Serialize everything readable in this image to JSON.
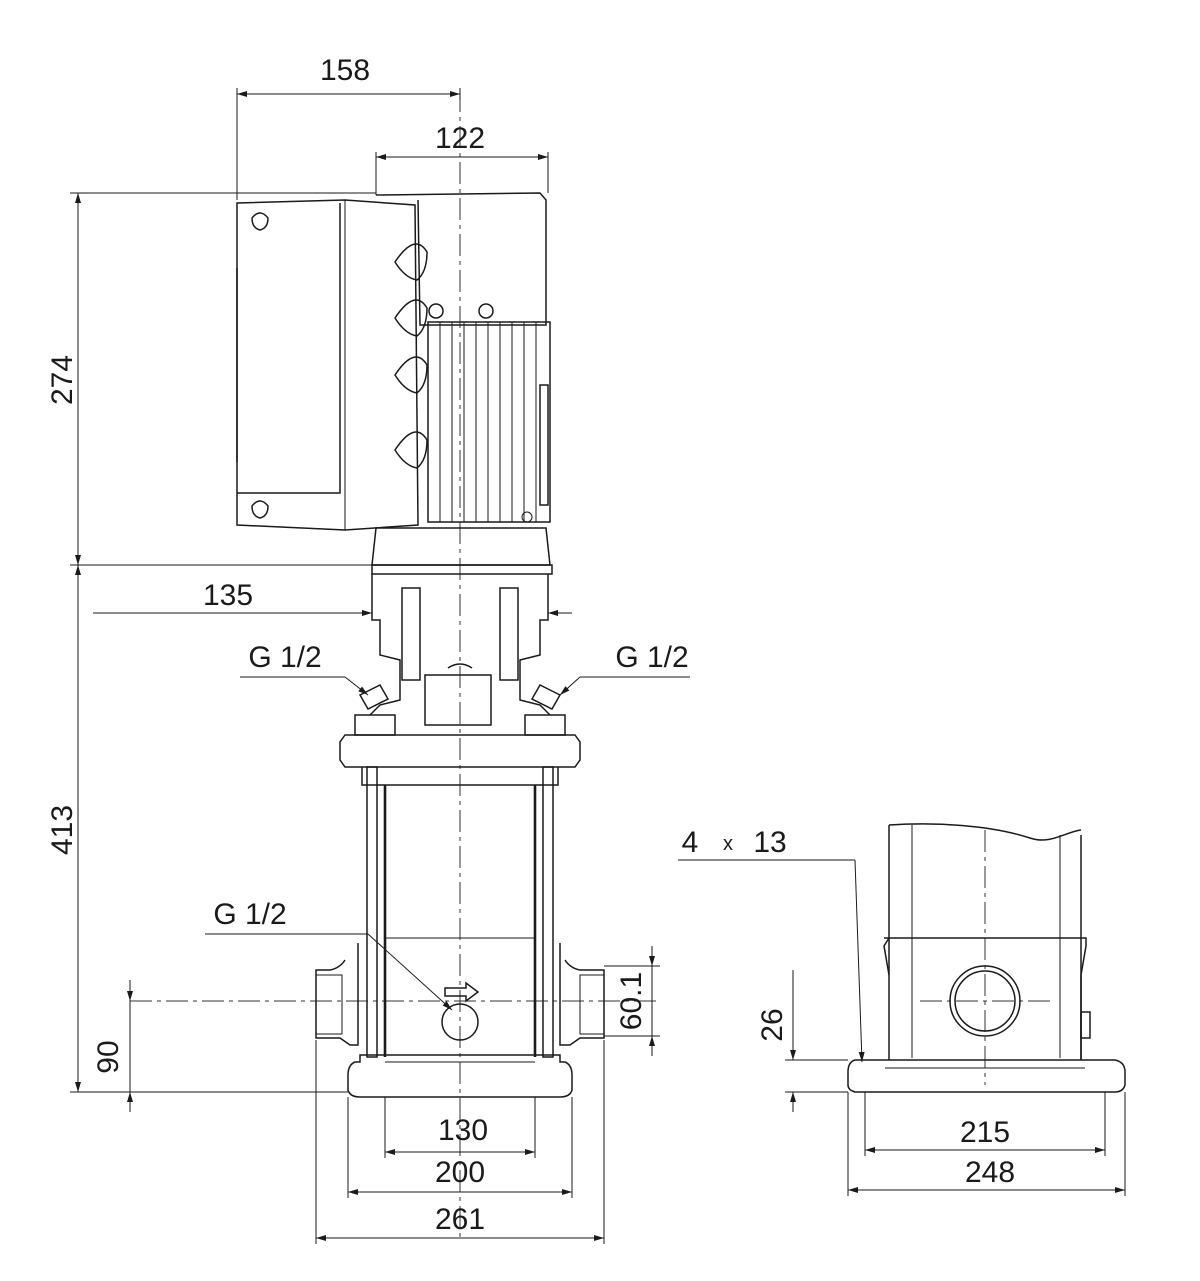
{
  "dimensions": {
    "motor_overall_width": "158",
    "motor_width": "122",
    "motor_height": "274",
    "pump_height": "413",
    "coupling_width": "135",
    "vent_left": "G 1/2",
    "vent_right": "G 1/2",
    "drain": "G 1/2",
    "inlet_height": "90",
    "port_offset": "60.1",
    "bolt_spacing_inner": "130",
    "base_width": "200",
    "port_to_port": "261",
    "mounting_holes_count": "4",
    "mounting_holes_times": "x",
    "mounting_holes_diameter": "13",
    "base_thickness": "26",
    "side_bolt_spacing": "215",
    "side_base_width": "248"
  },
  "colors": {
    "line": "#1a1a1a",
    "background": "#ffffff"
  }
}
